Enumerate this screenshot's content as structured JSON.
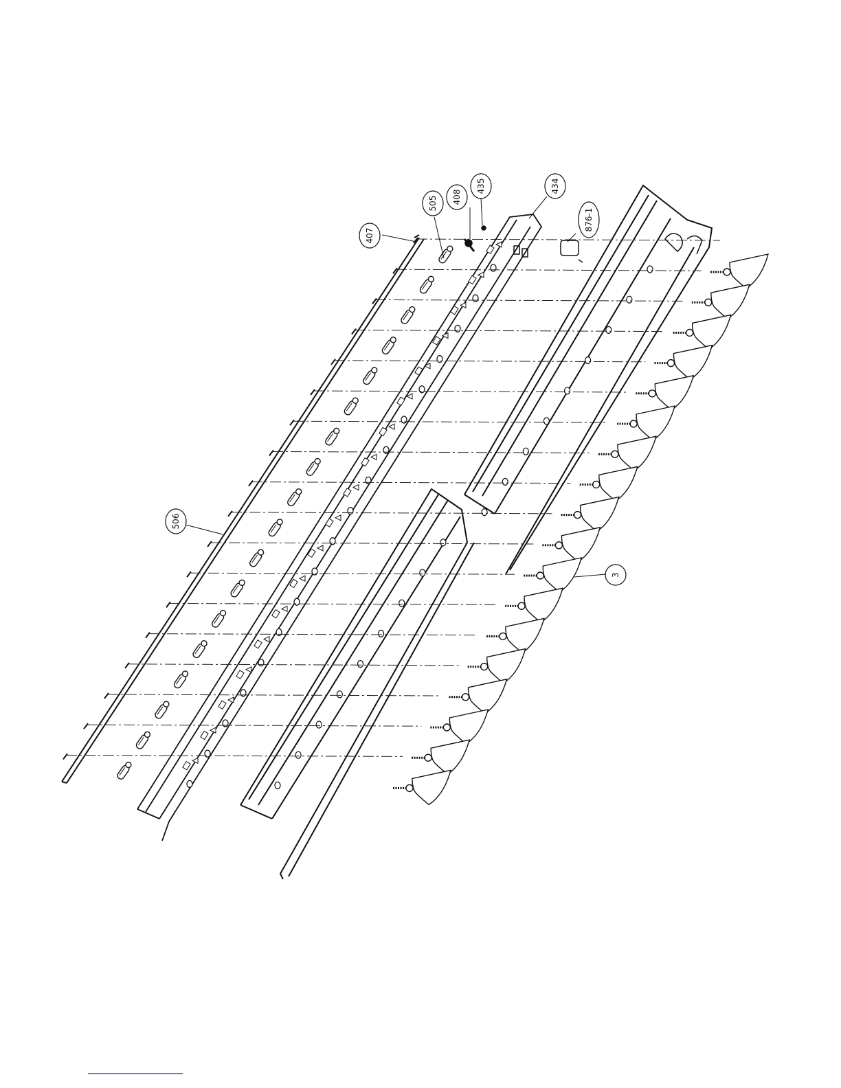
{
  "diagram": {
    "callouts": [
      {
        "id": "c407",
        "label": "407"
      },
      {
        "id": "c505",
        "label": "505"
      },
      {
        "id": "c408",
        "label": "408"
      },
      {
        "id": "c435",
        "label": "435"
      },
      {
        "id": "c434",
        "label": "434"
      },
      {
        "id": "c876",
        "label": "876-1"
      },
      {
        "id": "c506",
        "label": "506"
      },
      {
        "id": "c3",
        "label": "3"
      }
    ],
    "colors": {
      "ink": "#111111",
      "background": "#ffffff",
      "footer_link": "#2255cc"
    }
  }
}
